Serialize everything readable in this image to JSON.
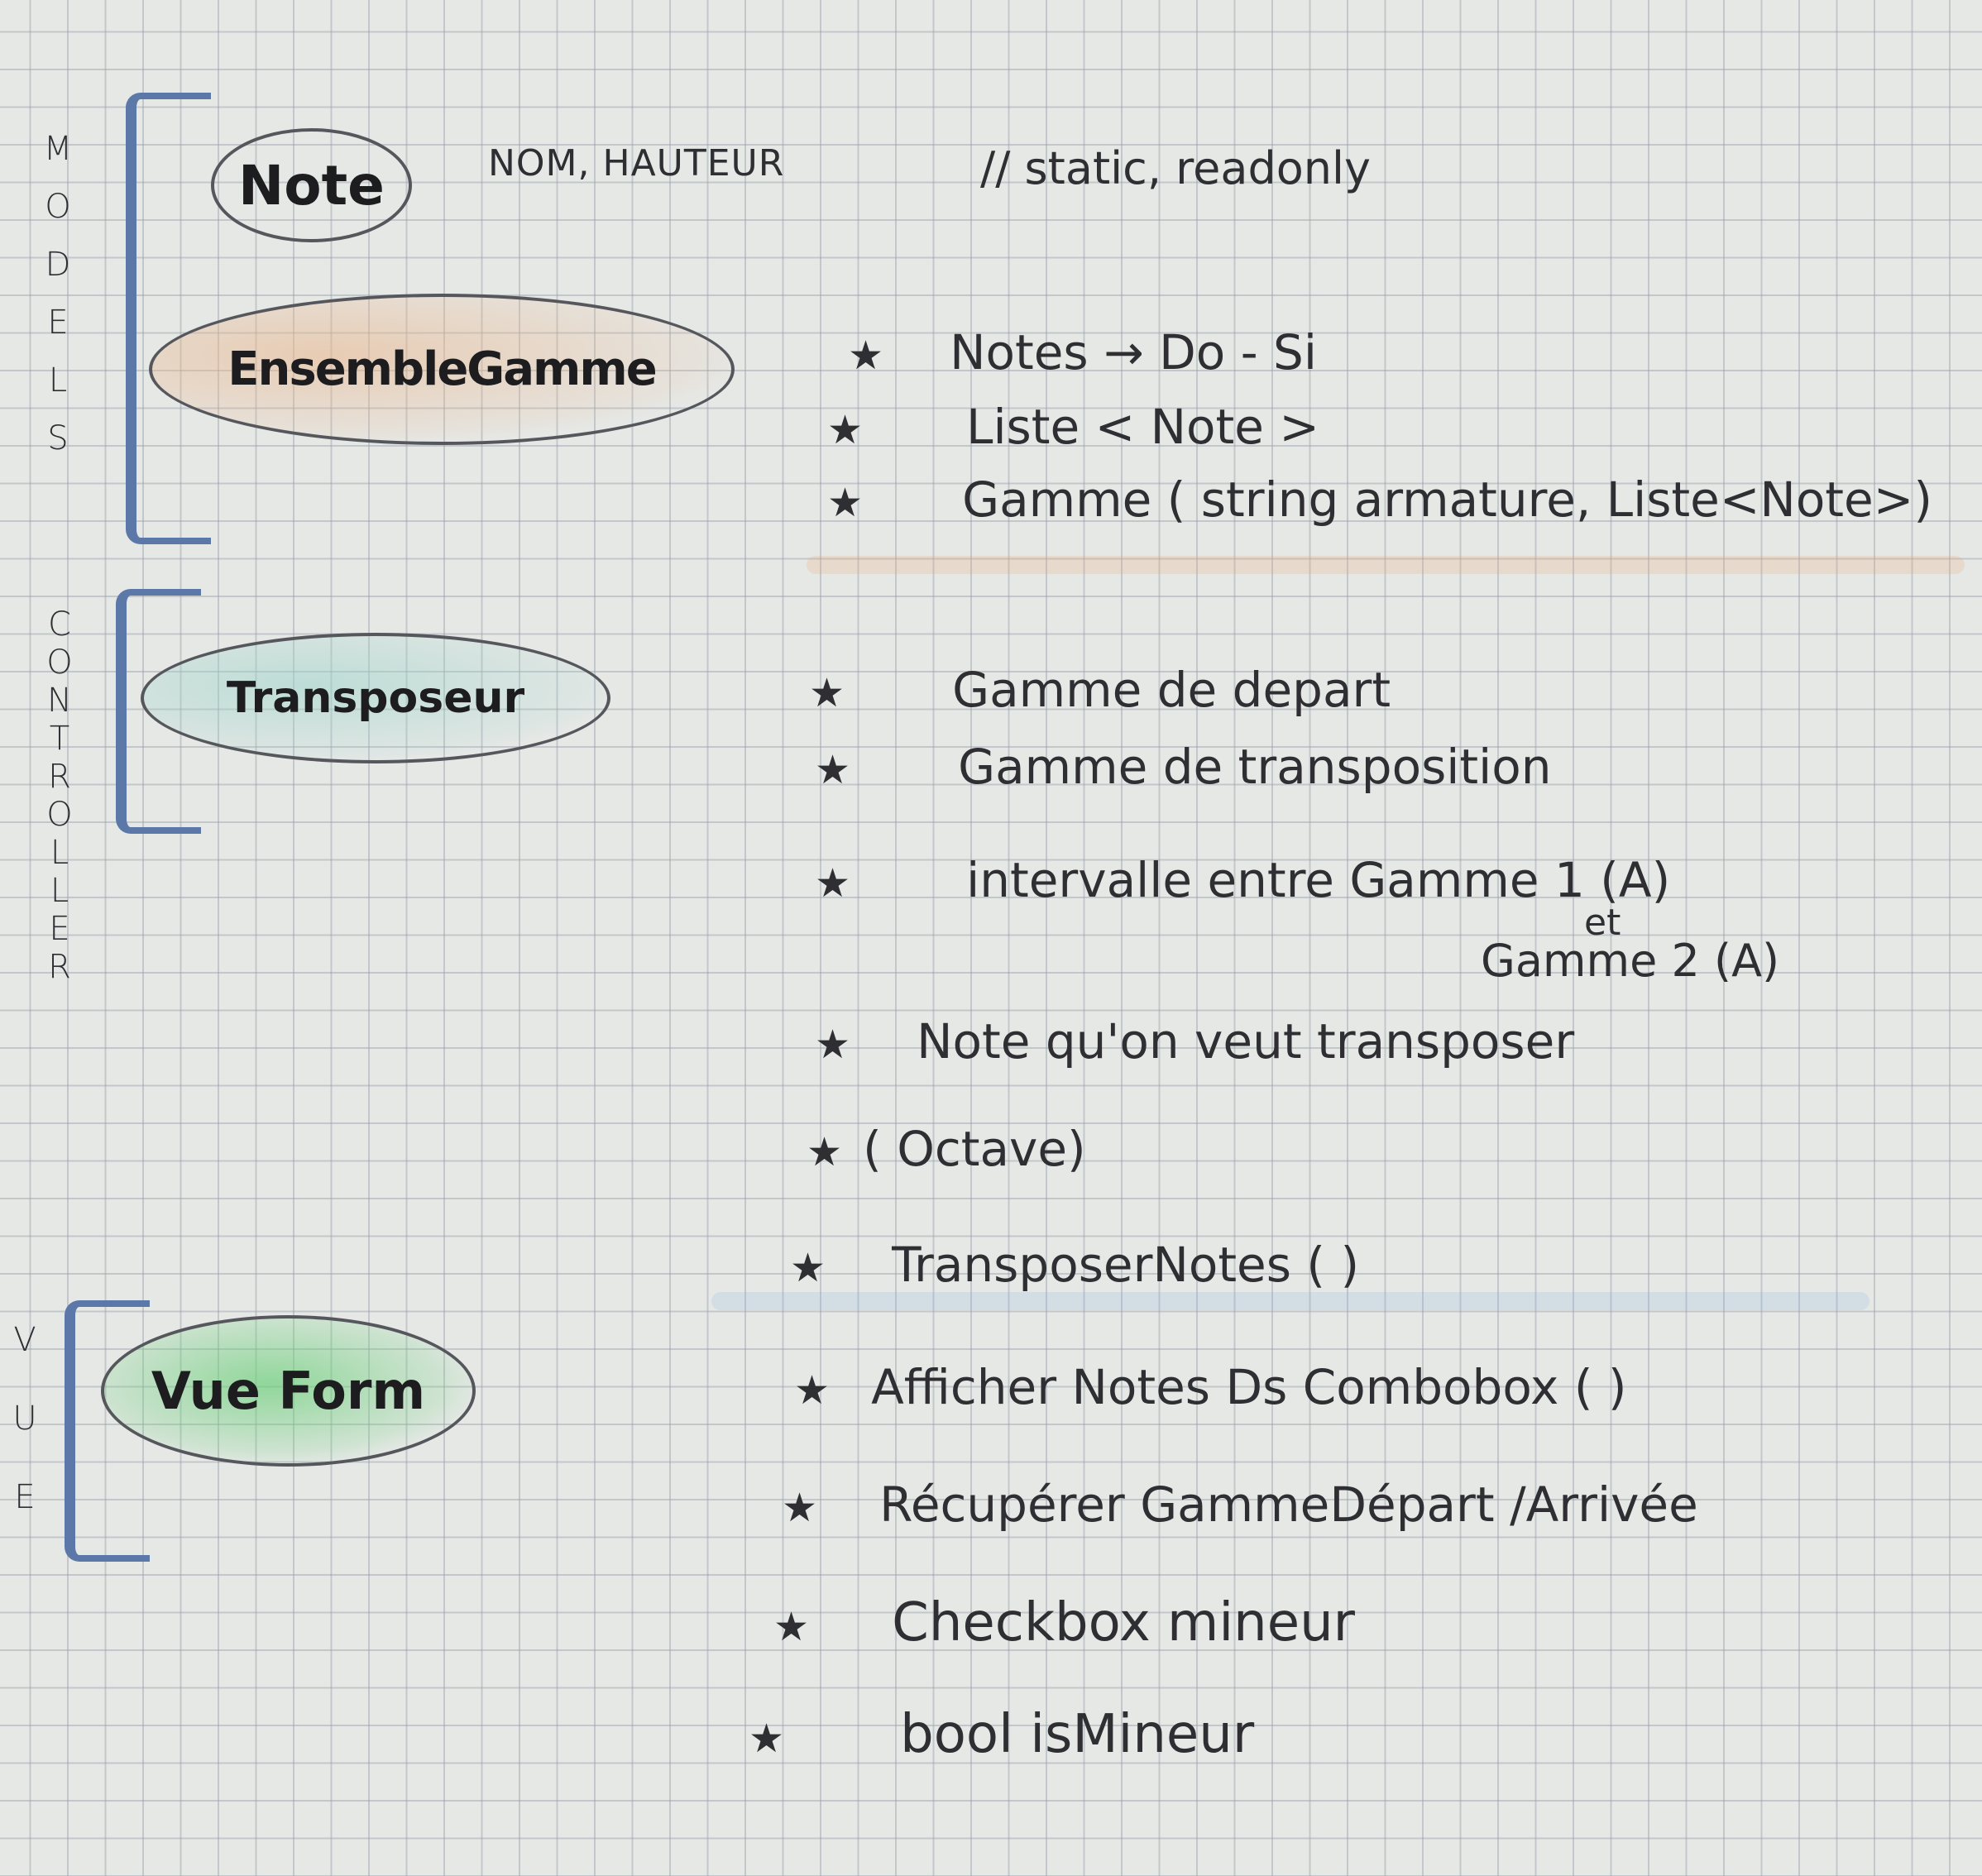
{
  "sections": {
    "models": {
      "label": "MODELS"
    },
    "controller": {
      "label": "CONTROLLER"
    },
    "vue": {
      "label": "VUE"
    }
  },
  "classes": {
    "note": "Note",
    "ensemble_gamme": "EnsembleGamme",
    "transposeur": "Transposeur",
    "vue_form": "Vue Form"
  },
  "note_fields": {
    "fields": "NOM, HAUTEUR",
    "comment": "// static, readonly"
  },
  "star_symbol": "★",
  "ensemble_items": [
    "Notes → Do - Si",
    "Liste < Note >",
    "Gamme ( string armature, Liste<Note>)"
  ],
  "transposeur_items": [
    "Gamme de depart",
    "Gamme de transposition",
    "intervalle entre Gamme 1 (A)",
    "Note qu'on veut transposer",
    "( Octave)",
    "TransposerNotes ( )"
  ],
  "interval_continuation": {
    "et": "et",
    "gamme2": "Gamme 2 (A)"
  },
  "vue_items": [
    "Afficher Notes Ds Combobox ( )",
    "Récupérer GammeDépart /Arrivée",
    "Checkbox mineur",
    "bool isMineur"
  ],
  "colors": {
    "paper": "#e6e8e6",
    "grid": "#969faa",
    "bracket": "#5c78a8",
    "ink": "#2e2e33",
    "ensemble_highlight": "#e9b58a",
    "transposeur_highlight": "#9cd3c9",
    "vue_form_highlight": "#6ccf7a"
  }
}
